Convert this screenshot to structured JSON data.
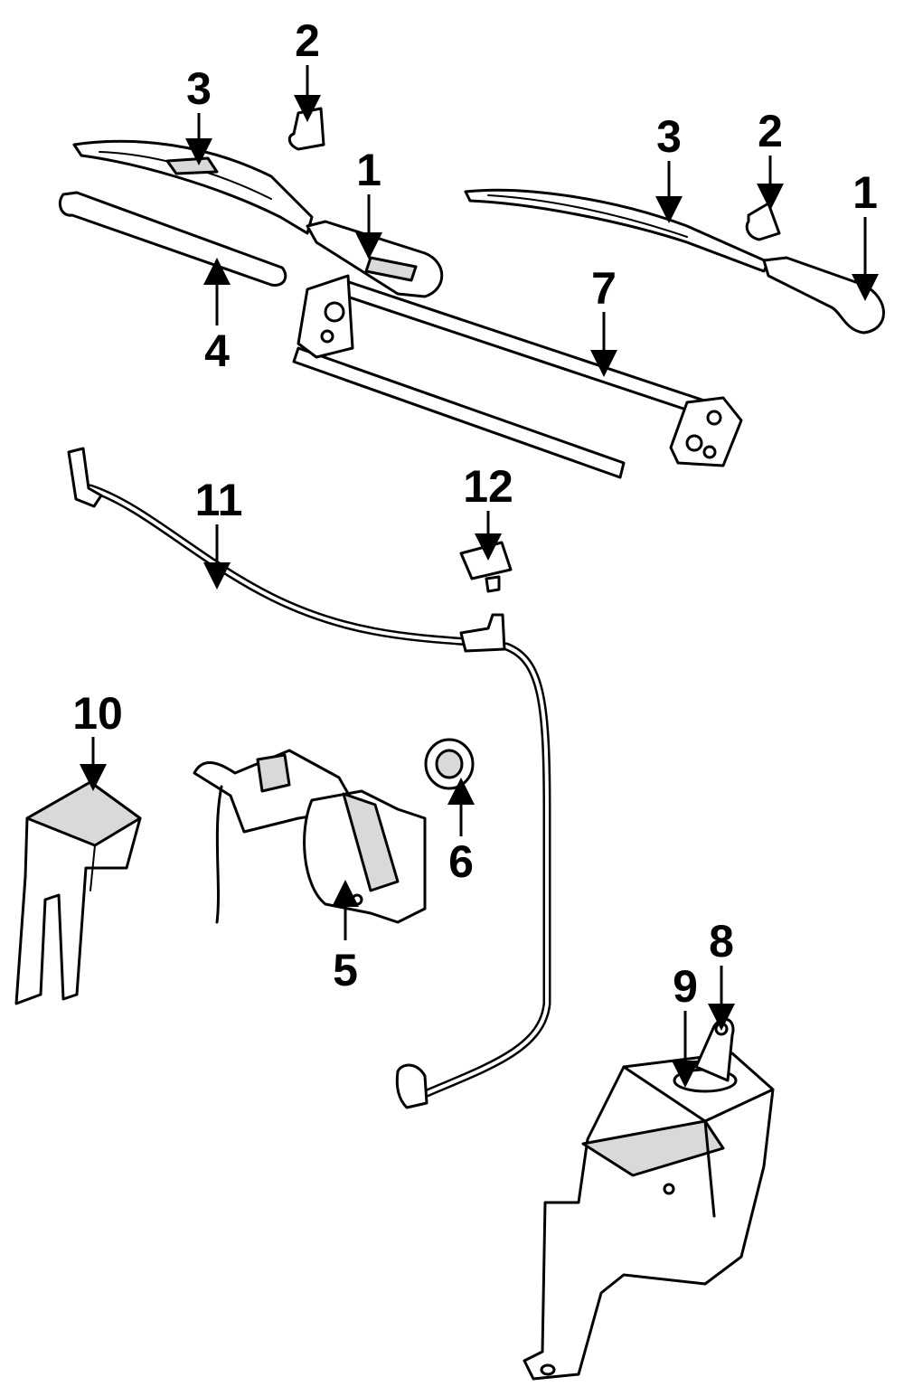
{
  "callouts": {
    "c1a": "1",
    "c1b": "1",
    "c2a": "2",
    "c2b": "2",
    "c3a": "3",
    "c3b": "3",
    "c4": "4",
    "c5": "5",
    "c6": "6",
    "c7": "7",
    "c8": "8",
    "c9": "9",
    "c10": "10",
    "c11": "11",
    "c12": "12"
  }
}
